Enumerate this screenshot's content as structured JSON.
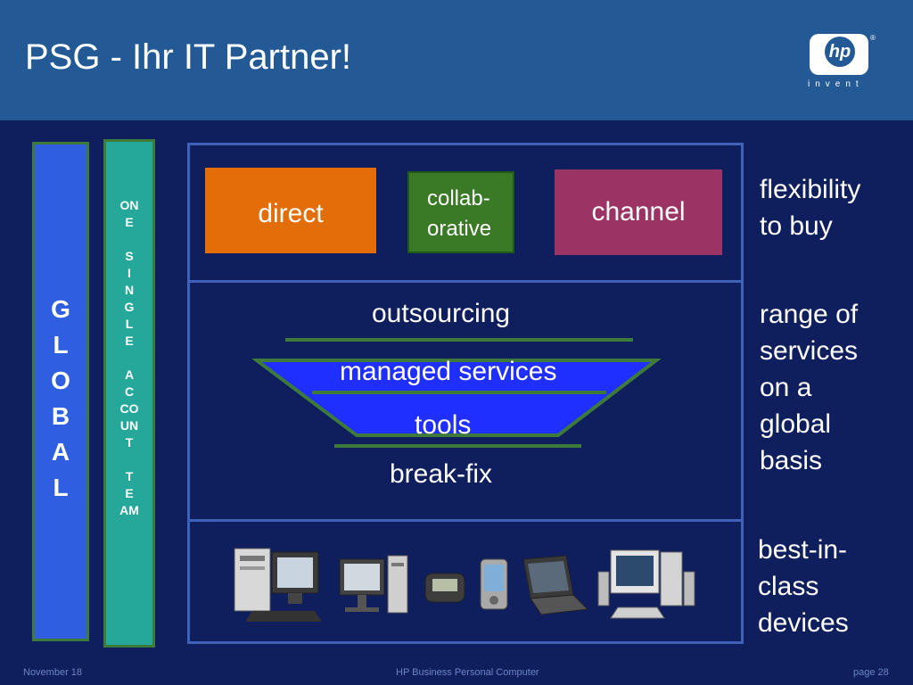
{
  "slide": {
    "title": "PSG - Ihr IT Partner!",
    "logo_word": "invent",
    "logo_mark": "hp"
  },
  "left_bars": {
    "global_letters": [
      "G",
      "L",
      "O",
      "B",
      "A",
      "L"
    ],
    "team_lines": [
      "ON",
      "E",
      "",
      "S",
      "I",
      "N",
      "G",
      "L",
      "E",
      "",
      "A",
      "C",
      "CO",
      "UN",
      "T",
      "",
      "T",
      "E",
      "AM"
    ]
  },
  "channels": {
    "direct": "direct",
    "collab_line1": "collab-",
    "collab_line2": "orative",
    "channel": "channel"
  },
  "services": {
    "outsourcing": "outsourcing",
    "managed": "managed services",
    "tools": "tools",
    "breakfix": "break-fix"
  },
  "right_labels": {
    "buy": [
      "flexibility",
      "to buy"
    ],
    "services": [
      "range of",
      "services",
      "on a",
      "global",
      "basis"
    ],
    "devices": [
      "best-in-",
      "class",
      "devices"
    ]
  },
  "footer": {
    "date": "November 18",
    "center": "HP Business Personal Computer",
    "page": "page 28"
  },
  "colors": {
    "background": "#0f1f5e",
    "header": "#235a96",
    "direct": "#e26d09",
    "collaborative": "#3a7a26",
    "channel": "#9b3464",
    "global_bar": "#2f5fe0",
    "team_bar": "#25a89a",
    "funnel": "#1f2fff"
  }
}
